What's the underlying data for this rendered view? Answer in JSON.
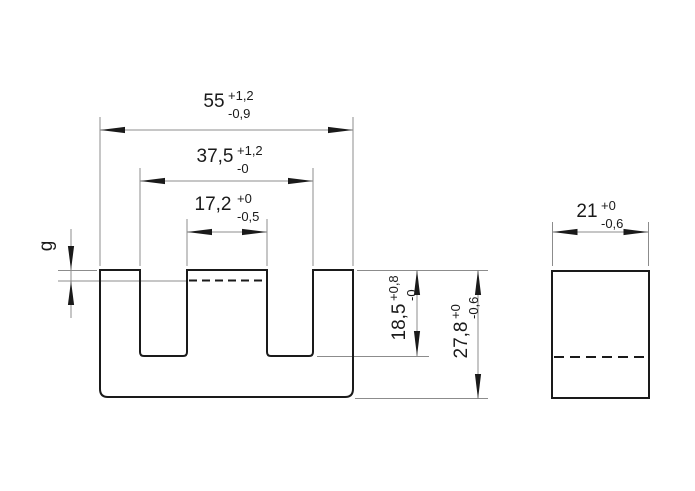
{
  "drawing": {
    "kind": "e-core-technical-drawing",
    "views": {
      "front_view": "e-core-cross-section",
      "side_view": "core-side-profile"
    },
    "dimensions": {
      "overall_width": {
        "value": "55",
        "plus": "+1,2",
        "minus": "-0,9"
      },
      "inner_width": {
        "value": "37,5",
        "plus": "+1,2",
        "minus": "-0"
      },
      "center_leg_width": {
        "value": "17,2",
        "plus": "+0",
        "minus": "-0,5"
      },
      "depth": {
        "value": "21",
        "plus": "+0",
        "minus": "-0,6"
      },
      "window_height": {
        "value": "18,5",
        "plus": "+0,8",
        "minus": "-0"
      },
      "overall_height": {
        "value": "27,8",
        "plus": "+0",
        "minus": "-0,6"
      },
      "air_gap": {
        "value": "g"
      }
    },
    "colors": {
      "background": "#ffffff",
      "outline": "#1a1a1a",
      "dimension_line": "#8c8c8c",
      "text": "#1a1a1a"
    }
  }
}
